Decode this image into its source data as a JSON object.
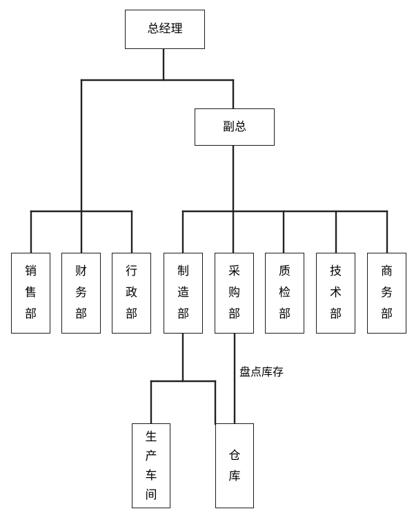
{
  "org_chart": {
    "top": "总经理",
    "deputy": "副总",
    "departments": {
      "sales": "销售部",
      "finance": "财务部",
      "admin": "行政部",
      "manufacturing": "制造部",
      "purchasing": "采购部",
      "quality": "质检部",
      "technology": "技术部",
      "business": "商务部"
    },
    "workshop": "生产车间",
    "warehouse": "仓库",
    "inventory_note": "盘点库存"
  }
}
